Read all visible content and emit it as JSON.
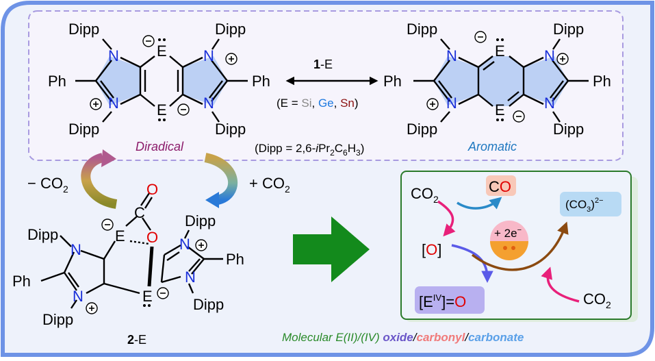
{
  "top": {
    "diradical": {
      "dipp_tl": "Dipp",
      "dipp_tr": "Dipp",
      "dipp_bl": "Dipp",
      "dipp_br": "Dipp",
      "ph_left": "Ph",
      "ph_right": "Ph",
      "n_tl": "N",
      "n_tr": "N",
      "n_bl": "N",
      "n_br": "N",
      "e_top": "E",
      "e_bottom": "E",
      "label": "Diradical"
    },
    "arrow": {
      "label_bold": "1",
      "label_rest": "-E",
      "elements_prefix": "(E = ",
      "si": "Si",
      "ge": "Ge",
      "sn": "Sn",
      "elements_suffix": ")",
      "sep": ", "
    },
    "dipp_definition_parts": [
      "(Dipp = 2,6-",
      "i",
      "Pr",
      "2",
      "C",
      "6",
      "H",
      "3",
      ")"
    ],
    "aromatic": {
      "dipp_tl": "Dipp",
      "dipp_tr": "Dipp",
      "dipp_bl": "Dipp",
      "dipp_br": "Dipp",
      "ph_left": "Ph",
      "ph_right": "Ph",
      "n_tl": "N",
      "n_tr": "N",
      "n_bl": "N",
      "n_br": "N",
      "e_top": "E",
      "e_bottom": "E",
      "label": "Aromatic"
    }
  },
  "cycle": {
    "minus_co2": "− CO",
    "plus_co2": "+ CO",
    "sub2": "2"
  },
  "compound2": {
    "dipp_left_top": "Dipp",
    "dipp_left_bottom": "Dipp",
    "dipp_right_top": "Dipp",
    "dipp_right_bottom": "Dipp",
    "ph_left": "Ph",
    "ph_right": "Ph",
    "n": "N",
    "e": "E",
    "c": "C",
    "o": "O",
    "label_bold": "2",
    "label_rest": "-E"
  },
  "panel": {
    "co2_left": "CO",
    "co_c": "C",
    "co_o": "O",
    "carbonate_open": "(CO",
    "carbonate_close": ")",
    "carbonate_sub": "3",
    "carbonate_sup": "2−",
    "oxide_bracket_open": "[",
    "oxide_o": "O",
    "oxide_bracket_close": "]",
    "electrons": "+ 2e",
    "electrons_sup": "−",
    "e_iv_open": "[E",
    "e_iv_sup": "IV",
    "e_iv_close": "]=",
    "e_iv_o": "O",
    "co2_right": "CO",
    "sub2": "2"
  },
  "caption": {
    "part1": "Molecular E(II)/(IV) ",
    "oxide": "oxide",
    "slash1": "/",
    "carbonyl": "carbonyl",
    "slash2": "/",
    "carbonate": "carbonate"
  },
  "colors": {
    "frame": "#6e93e6",
    "bg_panel": "#eef2fb",
    "nitrogen": "#1a2fd8",
    "oxygen": "#e00000",
    "si": "#888888",
    "ge": "#1f7ae0",
    "sn": "#8b1010",
    "diradical_label": "#8b1a6a",
    "aromatic_label": "#1f78c0",
    "green_arrow": "#138a1c",
    "caption_green": "#2a8a2a",
    "caption_oxide": "#6a56c8",
    "caption_carbonyl": "#f07a7a",
    "caption_carbonate": "#5aa0e8"
  }
}
